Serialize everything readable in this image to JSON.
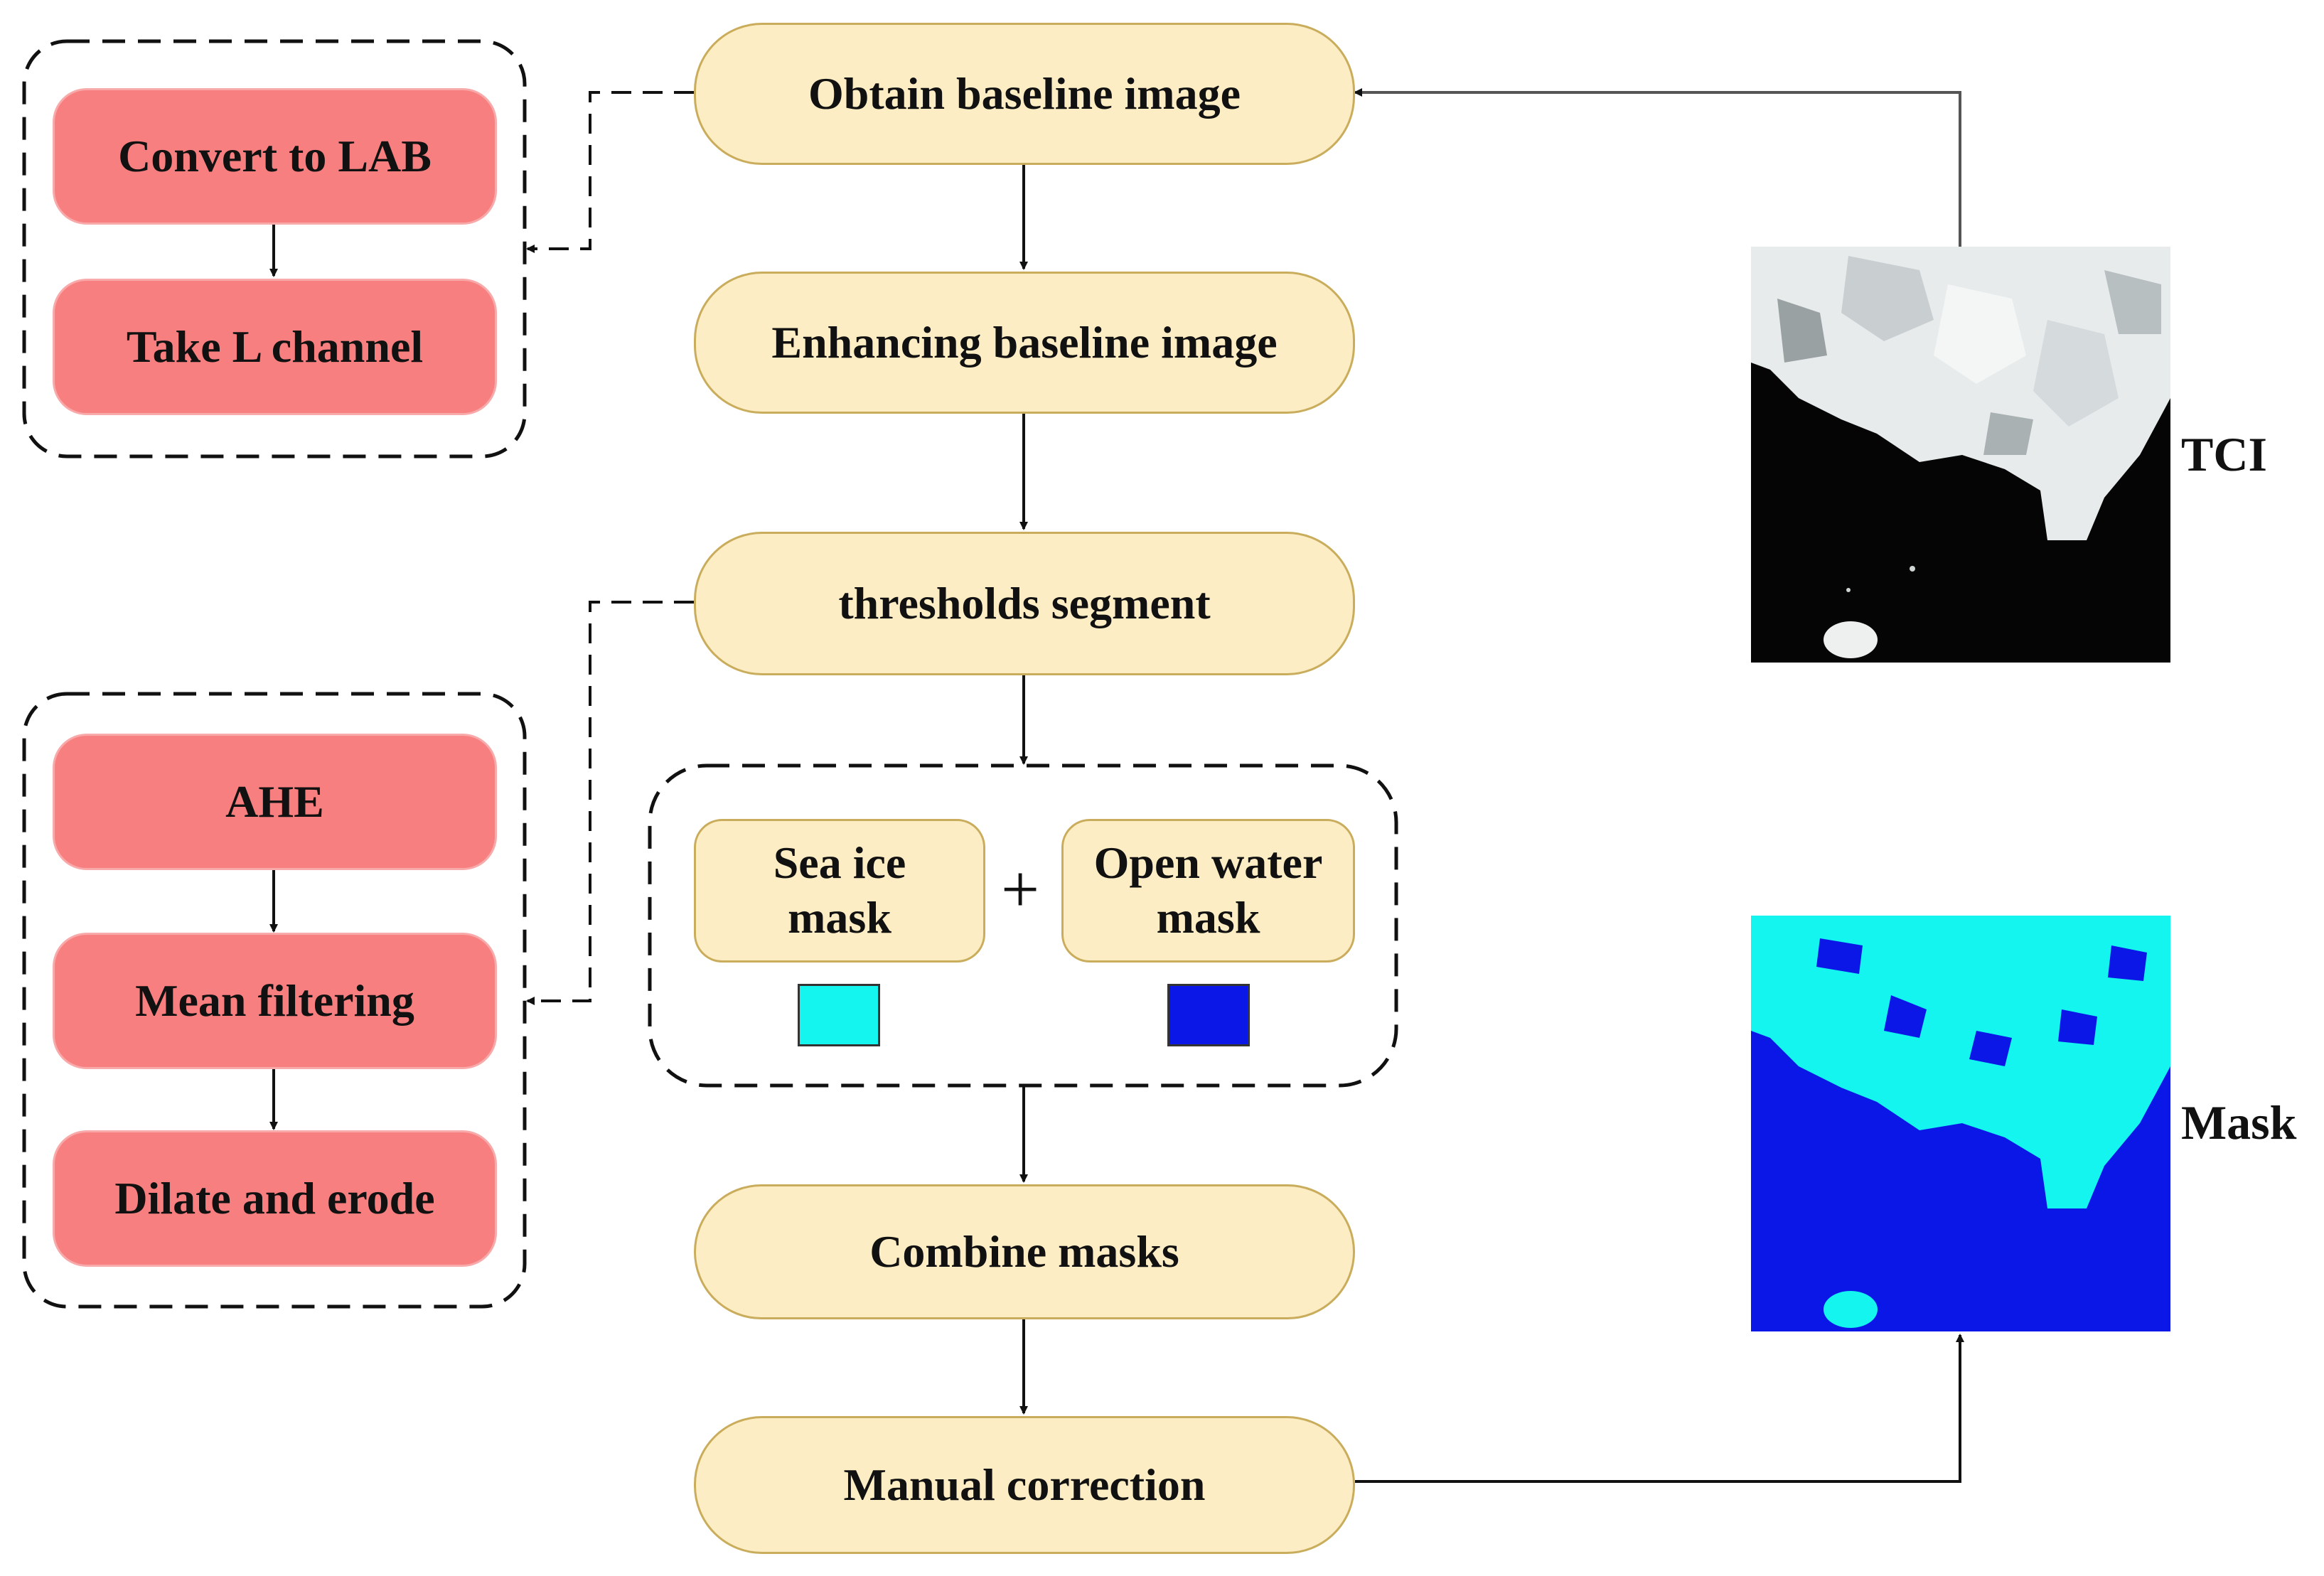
{
  "steps": {
    "obtain": "Obtain baseline image",
    "enhance": "Enhancing baseline image",
    "threshold": "thresholds segment",
    "combine": "Combine masks",
    "manual": "Manual correction"
  },
  "masks": {
    "sea_ice": "Sea ice mask",
    "open_water": "Open water mask",
    "plus": "+"
  },
  "group_top": {
    "convert": "Convert to LAB",
    "take_l": "Take L channel"
  },
  "group_bottom": {
    "ahe": "AHE",
    "mean": "Mean filtering",
    "dilate": "Dilate and erode"
  },
  "images": {
    "tci_label": "TCI",
    "mask_label": "Mask"
  },
  "colors": {
    "step_fill": "#fdedc4",
    "step_border": "#c9ad5c",
    "substep_fill": "#f77f7f",
    "sea_ice": "#00ffff",
    "open_water": "#0000ff",
    "tci_background": "#000000"
  }
}
